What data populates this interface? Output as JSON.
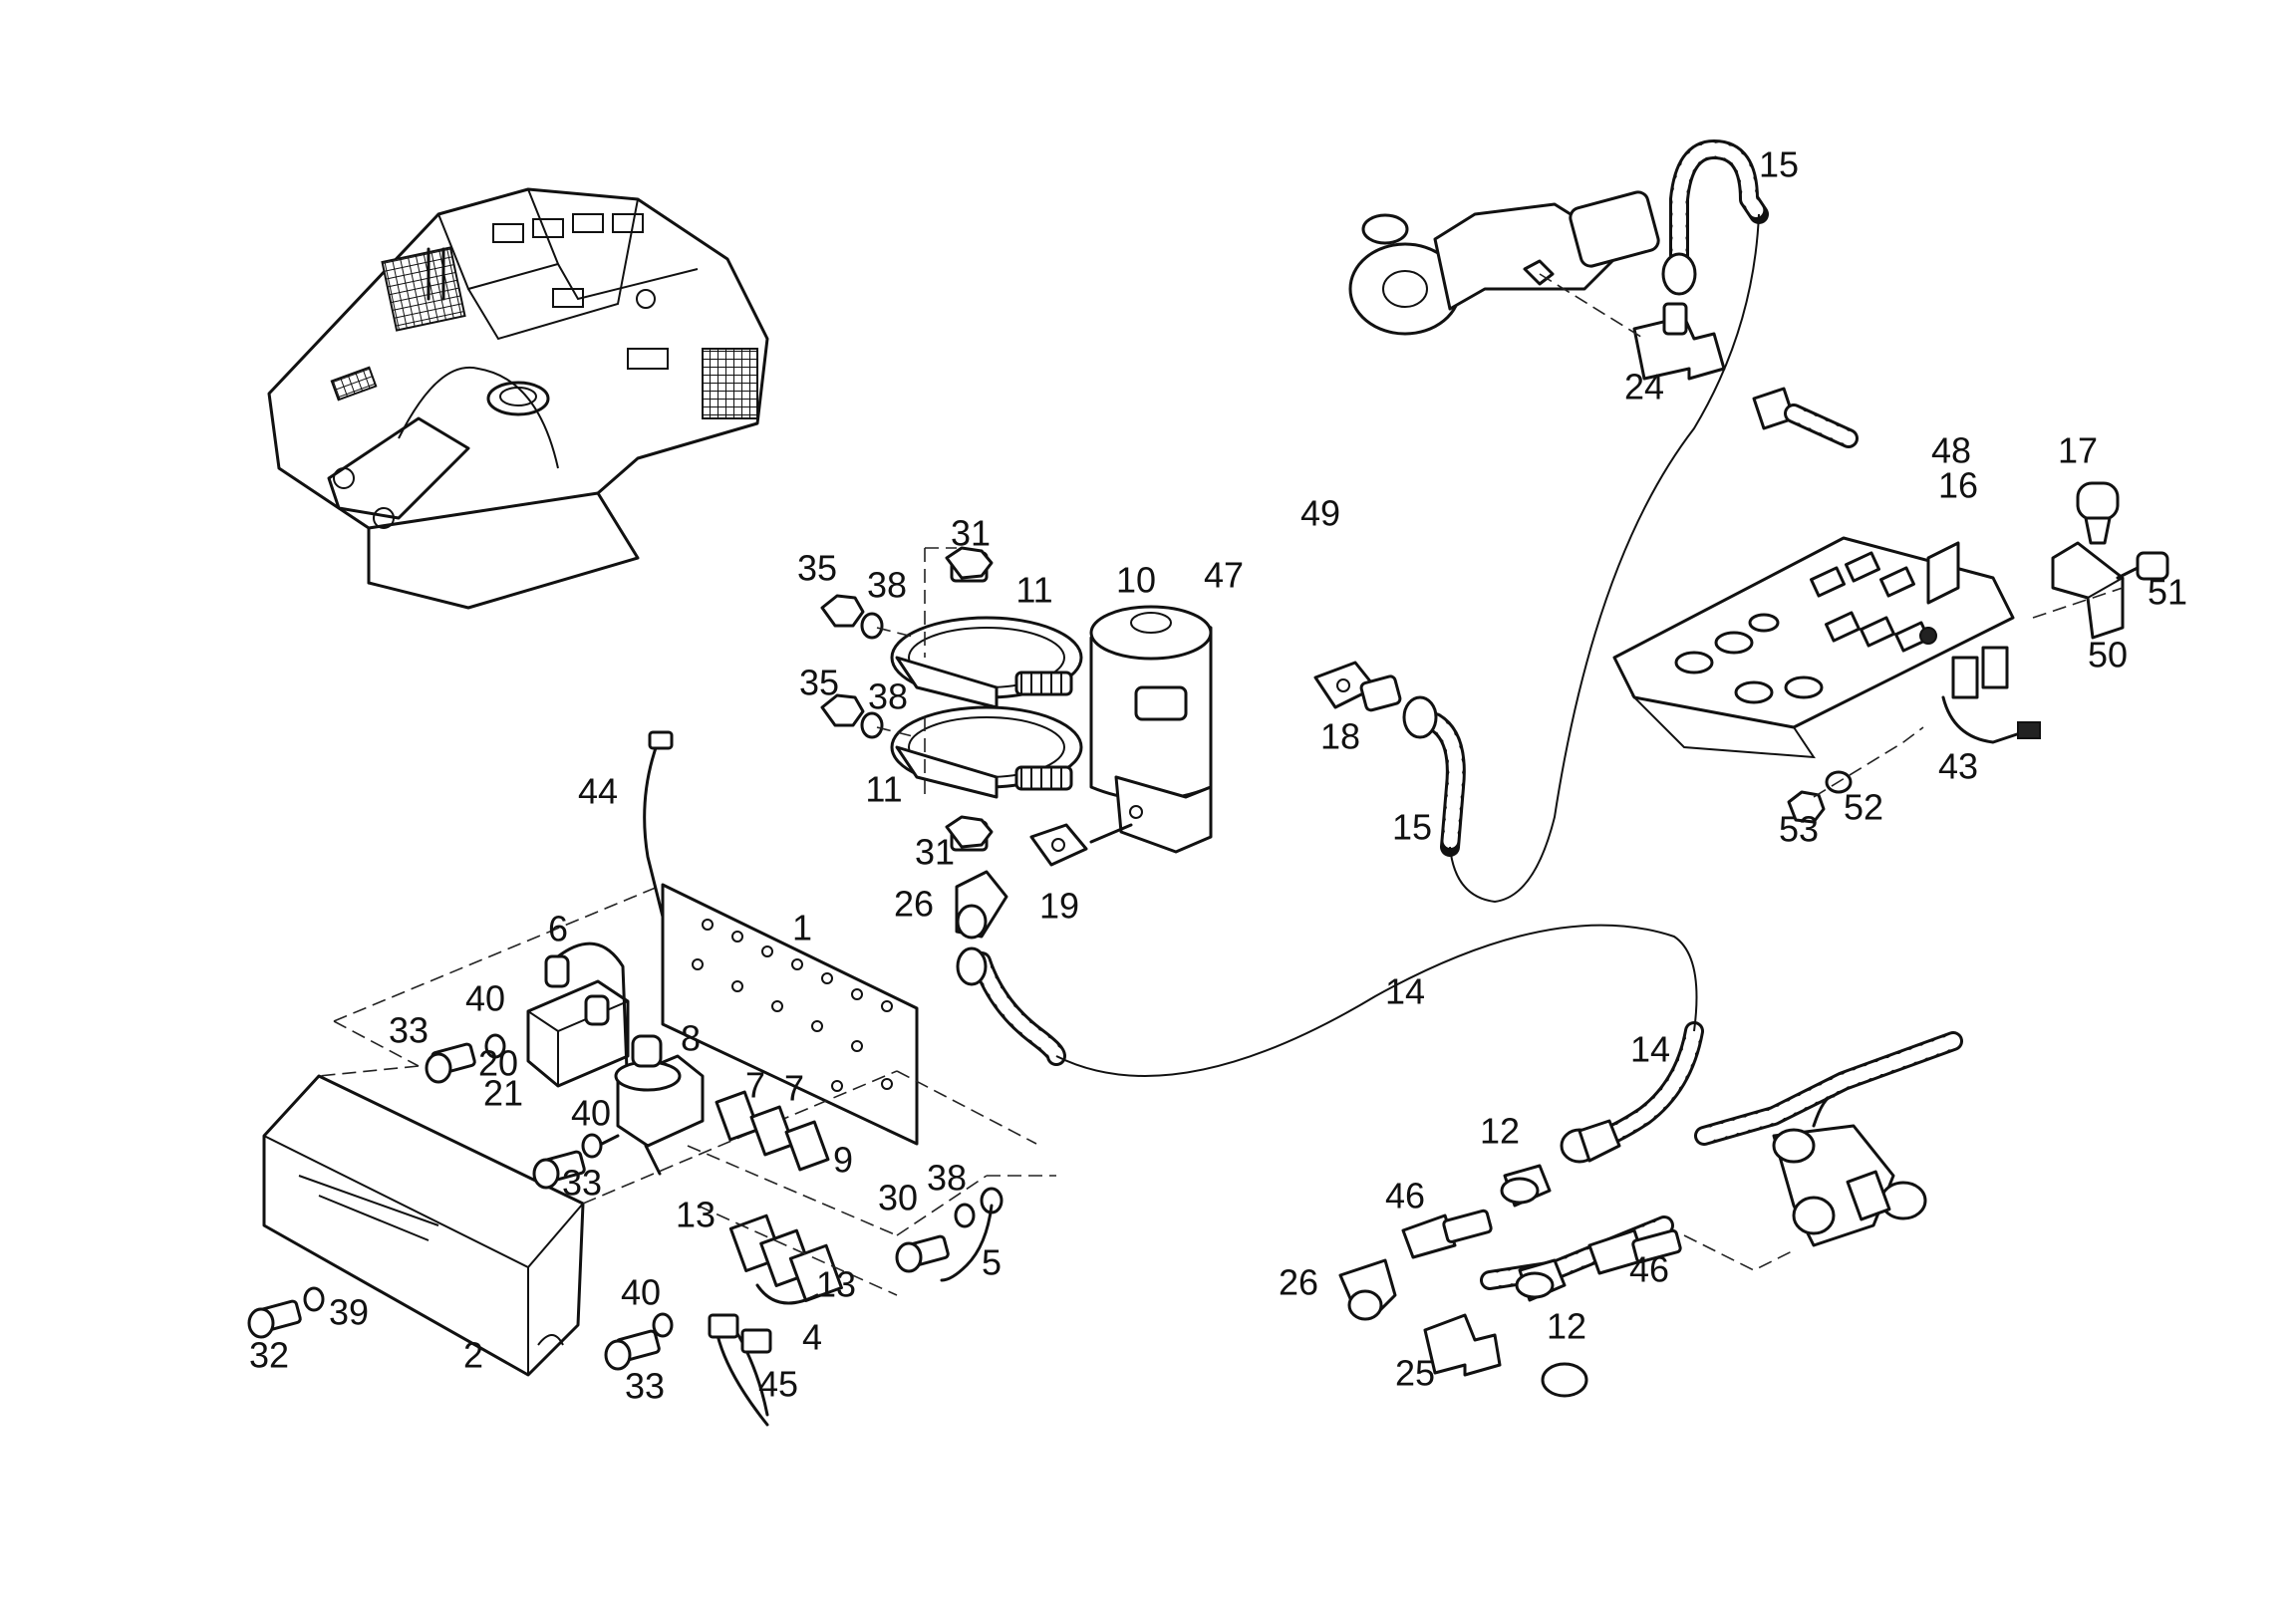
{
  "callouts": [
    {
      "text": "1"
    },
    {
      "text": "2"
    },
    {
      "text": "4"
    },
    {
      "text": "5"
    },
    {
      "text": "6"
    },
    {
      "text": "7"
    },
    {
      "text": "7"
    },
    {
      "text": "8"
    },
    {
      "text": "9"
    },
    {
      "text": "10"
    },
    {
      "text": "11"
    },
    {
      "text": "11"
    },
    {
      "text": "12"
    },
    {
      "text": "12"
    },
    {
      "text": "13"
    },
    {
      "text": "13"
    },
    {
      "text": "14"
    },
    {
      "text": "14"
    },
    {
      "text": "15"
    },
    {
      "text": "15"
    },
    {
      "text": "16"
    },
    {
      "text": "17"
    },
    {
      "text": "18"
    },
    {
      "text": "19"
    },
    {
      "text": "20"
    },
    {
      "text": "21"
    },
    {
      "text": "24"
    },
    {
      "text": "25"
    },
    {
      "text": "26"
    },
    {
      "text": "26"
    },
    {
      "text": "30"
    },
    {
      "text": "31"
    },
    {
      "text": "31"
    },
    {
      "text": "32"
    },
    {
      "text": "33"
    },
    {
      "text": "33"
    },
    {
      "text": "33"
    },
    {
      "text": "35"
    },
    {
      "text": "35"
    },
    {
      "text": "38"
    },
    {
      "text": "38"
    },
    {
      "text": "38"
    },
    {
      "text": "39"
    },
    {
      "text": "40"
    },
    {
      "text": "40"
    },
    {
      "text": "40"
    },
    {
      "text": "43"
    },
    {
      "text": "44"
    },
    {
      "text": "45"
    },
    {
      "text": "46"
    },
    {
      "text": "46"
    },
    {
      "text": "47"
    },
    {
      "text": "48"
    },
    {
      "text": "49"
    },
    {
      "text": "50"
    },
    {
      "text": "51"
    },
    {
      "text": "52"
    },
    {
      "text": "53"
    }
  ],
  "icons": {
    "machine": "machine-overview-icon",
    "electric_motor": "electric-motor-icon",
    "control_panel": "control-panel-icon",
    "valve": "valve-icon",
    "hose": "hose-icon"
  }
}
